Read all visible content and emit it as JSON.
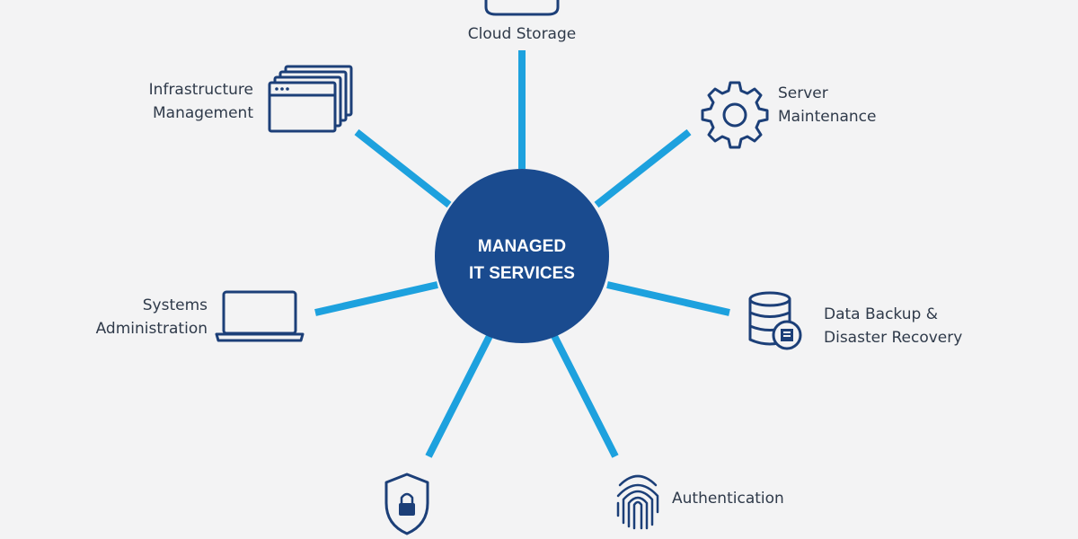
{
  "hub": {
    "line1": "MANAGED",
    "line2": "IT SERVICES"
  },
  "nodes": {
    "cloud_storage": {
      "label": "Cloud Storage",
      "icon": "cloud-icon"
    },
    "infrastructure": {
      "line1": "Infrastructure",
      "line2": "Management",
      "icon": "browser-windows-icon"
    },
    "server_maintenance": {
      "line1": "Server",
      "line2": "Maintenance",
      "icon": "gear-icon"
    },
    "systems_admin": {
      "line1": "Systems",
      "line2": "Administration",
      "icon": "laptop-icon"
    },
    "data_backup": {
      "line1": "Data Backup &",
      "line2": "Disaster Recovery",
      "icon": "database-backup-icon"
    },
    "security": {
      "icon": "shield-lock-icon"
    },
    "authentication": {
      "label": "Authentication",
      "icon": "fingerprint-icon"
    }
  },
  "colors": {
    "hub": "#1a4b8f",
    "spokes": "#1da1de",
    "icons": "#1c3f78",
    "text": "#2f3a4a",
    "background": "#f3f3f4"
  }
}
